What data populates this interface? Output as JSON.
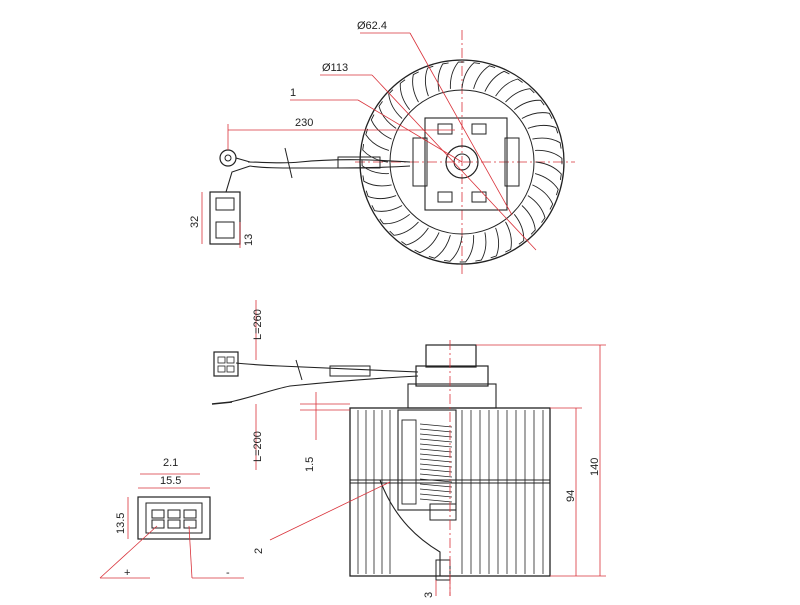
{
  "colors": {
    "line": "#222222",
    "dimension": "#d9323a",
    "background": "#ffffff"
  },
  "top_view": {
    "diameter_outer": "Ø113",
    "diameter_inner": "Ø62.4",
    "cable_length": "230",
    "callout_1": "1",
    "connector_height": "32",
    "connector_width": "13"
  },
  "side_view": {
    "cable_length_upper": "L=260",
    "cable_length_lower": "L=200",
    "offset": "1.5",
    "total_height": "140",
    "wheel_height": "94",
    "callout_2": "2",
    "callout_3": "3"
  },
  "connector_view": {
    "pin_size": "2.1",
    "width": "15.5",
    "height": "13.5",
    "plus": "+",
    "minus": "-"
  }
}
